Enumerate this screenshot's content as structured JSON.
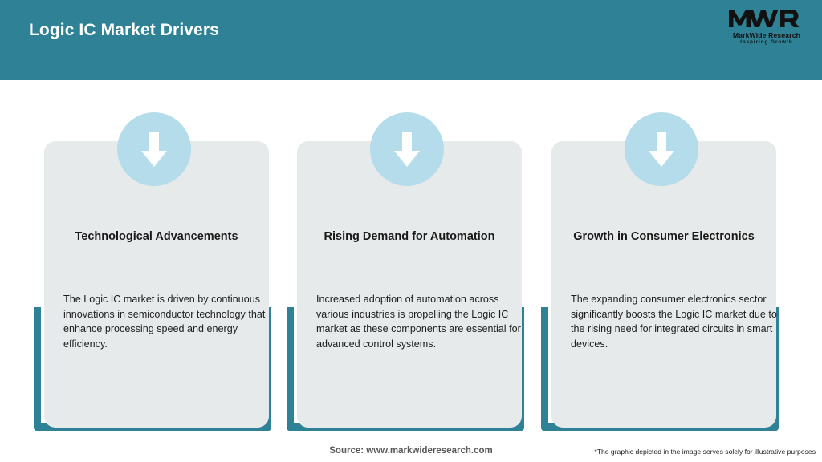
{
  "header": {
    "title": "Logic IC Market Drivers",
    "background_color": "#2f8196",
    "logo": {
      "mark": "MWR",
      "name": "MarkWide Research",
      "tagline": "Inspiring Growth"
    }
  },
  "theme": {
    "accent": "#2f8196",
    "icon_circle": "#b4dcea",
    "card_background": "#e6eaea",
    "page_background": "#ffffff",
    "title_text": "#1a1a1a"
  },
  "cards": [
    {
      "icon": "arrow-down-icon",
      "title": "Technological Advancements",
      "body": "The Logic IC market is driven by continuous innovations in semiconductor technology that enhance processing speed and energy efficiency."
    },
    {
      "icon": "arrow-down-icon",
      "title": "Rising Demand for Automation",
      "body": "Increased adoption of automation across various industries is propelling the Logic IC market as these components are essential for advanced control systems."
    },
    {
      "icon": "arrow-down-icon",
      "title": "Growth in Consumer Electronics",
      "body": "The expanding consumer electronics sector significantly boosts the Logic IC market due to the rising need for integrated circuits in smart devices."
    }
  ],
  "footer": {
    "source": "Source: www.markwideresearch.com",
    "disclaimer": "*The graphic depicted in the image serves solely for illustrative purposes"
  }
}
